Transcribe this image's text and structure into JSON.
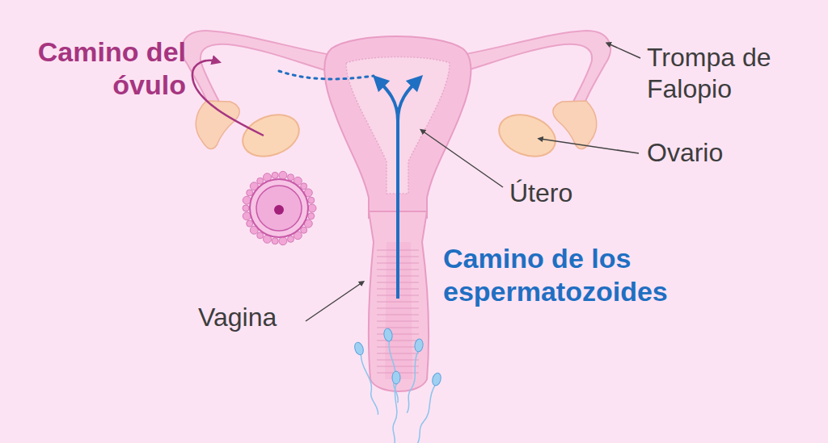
{
  "diagram": {
    "labels": [
      "Camino del óvulo",
      "Trompa de Falopio",
      "Ovario",
      "Útero",
      "Vagina",
      "Camino de los espermatozoides"
    ]
  }
}
